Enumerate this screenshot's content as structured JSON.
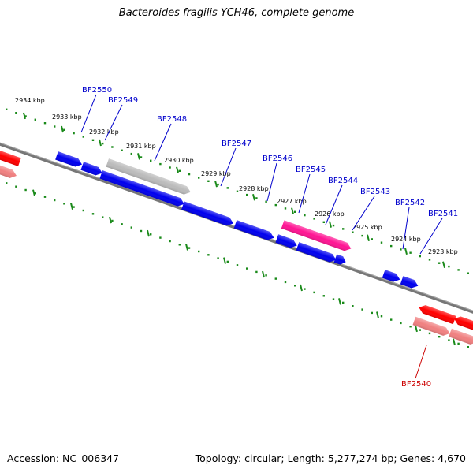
{
  "title": "Bacteroides fragilis YCH46, complete genome",
  "footer": {
    "accession": "Accession: NC_006347",
    "info": "Topology: circular; Length: 5,277,274 bp; Genes: 4,670"
  },
  "colors": {
    "backbone": "#777777",
    "tick": "#1a8a1a",
    "forward_gene": "#0000ee",
    "highlight_gene": "#ff1493",
    "pseudo_gene": "#bbbbbb",
    "reverse_gene": "#ff0000",
    "reverse_gene_light": "#f08080",
    "forward_label": "#0000cc",
    "reverse_label": "#cc0000"
  },
  "kbp_labels": [
    "2934 kbp",
    "2933 kbp",
    "2932 kbp",
    "2931 kbp",
    "2930 kbp",
    "2929 kbp",
    "2928 kbp",
    "2927 kbp",
    "2926 kbp",
    "2925 kbp",
    "2924 kbp",
    "2923 kbp"
  ],
  "gene_labels": [
    {
      "name": "BF2550",
      "strand": "forward"
    },
    {
      "name": "BF2549",
      "strand": "forward"
    },
    {
      "name": "BF2548",
      "strand": "forward"
    },
    {
      "name": "BF2547",
      "strand": "forward"
    },
    {
      "name": "BF2546",
      "strand": "forward"
    },
    {
      "name": "BF2545",
      "strand": "forward"
    },
    {
      "name": "BF2544",
      "strand": "forward"
    },
    {
      "name": "BF2543",
      "strand": "forward"
    },
    {
      "name": "BF2542",
      "strand": "forward"
    },
    {
      "name": "BF2541",
      "strand": "forward"
    },
    {
      "name": "BF2540",
      "strand": "reverse"
    }
  ]
}
